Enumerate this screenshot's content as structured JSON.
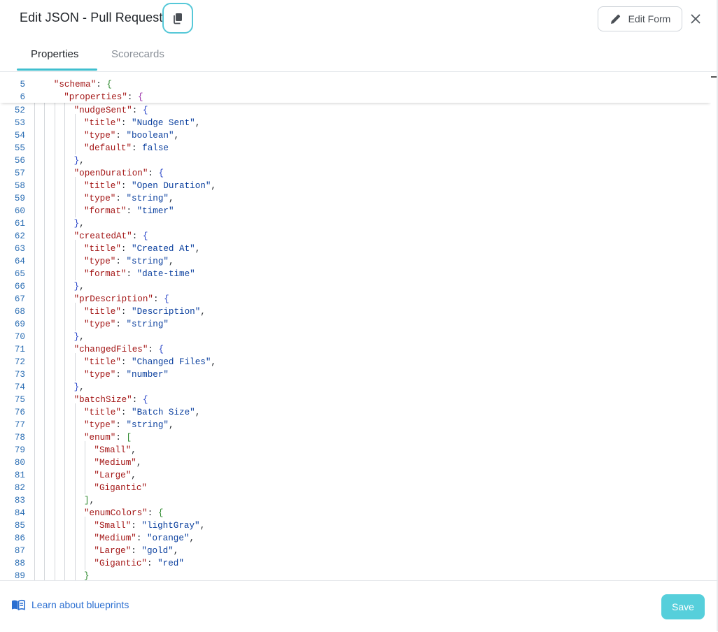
{
  "header": {
    "title": "Edit JSON - Pull Request",
    "copy_icon": "copy-icon",
    "edit_form_label": "Edit Form",
    "edit_icon": "pencil-icon",
    "close_icon": "close-icon"
  },
  "tabs": [
    {
      "label": "Properties",
      "active": true
    },
    {
      "label": "Scorecards",
      "active": false
    }
  ],
  "editor": {
    "sticky_lines": [
      {
        "n": "5",
        "indent": 2,
        "tokens": [
          [
            "k",
            "\"schema\""
          ],
          [
            "p",
            ": "
          ],
          [
            "br0",
            "{"
          ]
        ]
      },
      {
        "n": "6",
        "indent": 3,
        "tokens": [
          [
            "k",
            "\"properties\""
          ],
          [
            "p",
            ": "
          ],
          [
            "br2",
            "{"
          ]
        ]
      }
    ],
    "lines": [
      {
        "n": "52",
        "indent": 4,
        "tokens": [
          [
            "k",
            "\"nudgeSent\""
          ],
          [
            "p",
            ": "
          ],
          [
            "br1",
            "{"
          ]
        ]
      },
      {
        "n": "53",
        "indent": 5,
        "tokens": [
          [
            "k",
            "\"title\""
          ],
          [
            "p",
            ": "
          ],
          [
            "s",
            "\"Nudge Sent\""
          ],
          [
            "p",
            ","
          ]
        ]
      },
      {
        "n": "54",
        "indent": 5,
        "tokens": [
          [
            "k",
            "\"type\""
          ],
          [
            "p",
            ": "
          ],
          [
            "s",
            "\"boolean\""
          ],
          [
            "p",
            ","
          ]
        ]
      },
      {
        "n": "55",
        "indent": 5,
        "tokens": [
          [
            "k",
            "\"default\""
          ],
          [
            "p",
            ": "
          ],
          [
            "b",
            "false"
          ]
        ]
      },
      {
        "n": "56",
        "indent": 4,
        "tokens": [
          [
            "br1",
            "}"
          ],
          [
            "p",
            ","
          ]
        ]
      },
      {
        "n": "57",
        "indent": 4,
        "tokens": [
          [
            "k",
            "\"openDuration\""
          ],
          [
            "p",
            ": "
          ],
          [
            "br1",
            "{"
          ]
        ]
      },
      {
        "n": "58",
        "indent": 5,
        "tokens": [
          [
            "k",
            "\"title\""
          ],
          [
            "p",
            ": "
          ],
          [
            "s",
            "\"Open Duration\""
          ],
          [
            "p",
            ","
          ]
        ]
      },
      {
        "n": "59",
        "indent": 5,
        "tokens": [
          [
            "k",
            "\"type\""
          ],
          [
            "p",
            ": "
          ],
          [
            "s",
            "\"string\""
          ],
          [
            "p",
            ","
          ]
        ]
      },
      {
        "n": "60",
        "indent": 5,
        "tokens": [
          [
            "k",
            "\"format\""
          ],
          [
            "p",
            ": "
          ],
          [
            "s",
            "\"timer\""
          ]
        ]
      },
      {
        "n": "61",
        "indent": 4,
        "tokens": [
          [
            "br1",
            "}"
          ],
          [
            "p",
            ","
          ]
        ]
      },
      {
        "n": "62",
        "indent": 4,
        "tokens": [
          [
            "k",
            "\"createdAt\""
          ],
          [
            "p",
            ": "
          ],
          [
            "br1",
            "{"
          ]
        ]
      },
      {
        "n": "63",
        "indent": 5,
        "tokens": [
          [
            "k",
            "\"title\""
          ],
          [
            "p",
            ": "
          ],
          [
            "s",
            "\"Created At\""
          ],
          [
            "p",
            ","
          ]
        ]
      },
      {
        "n": "64",
        "indent": 5,
        "tokens": [
          [
            "k",
            "\"type\""
          ],
          [
            "p",
            ": "
          ],
          [
            "s",
            "\"string\""
          ],
          [
            "p",
            ","
          ]
        ]
      },
      {
        "n": "65",
        "indent": 5,
        "tokens": [
          [
            "k",
            "\"format\""
          ],
          [
            "p",
            ": "
          ],
          [
            "s",
            "\"date-time\""
          ]
        ]
      },
      {
        "n": "66",
        "indent": 4,
        "tokens": [
          [
            "br1",
            "}"
          ],
          [
            "p",
            ","
          ]
        ]
      },
      {
        "n": "67",
        "indent": 4,
        "tokens": [
          [
            "k",
            "\"prDescription\""
          ],
          [
            "p",
            ": "
          ],
          [
            "br1",
            "{"
          ]
        ]
      },
      {
        "n": "68",
        "indent": 5,
        "tokens": [
          [
            "k",
            "\"title\""
          ],
          [
            "p",
            ": "
          ],
          [
            "s",
            "\"Description\""
          ],
          [
            "p",
            ","
          ]
        ]
      },
      {
        "n": "69",
        "indent": 5,
        "tokens": [
          [
            "k",
            "\"type\""
          ],
          [
            "p",
            ": "
          ],
          [
            "s",
            "\"string\""
          ]
        ]
      },
      {
        "n": "70",
        "indent": 4,
        "tokens": [
          [
            "br1",
            "}"
          ],
          [
            "p",
            ","
          ]
        ]
      },
      {
        "n": "71",
        "indent": 4,
        "tokens": [
          [
            "k",
            "\"changedFiles\""
          ],
          [
            "p",
            ": "
          ],
          [
            "br1",
            "{"
          ]
        ]
      },
      {
        "n": "72",
        "indent": 5,
        "tokens": [
          [
            "k",
            "\"title\""
          ],
          [
            "p",
            ": "
          ],
          [
            "s",
            "\"Changed Files\""
          ],
          [
            "p",
            ","
          ]
        ]
      },
      {
        "n": "73",
        "indent": 5,
        "tokens": [
          [
            "k",
            "\"type\""
          ],
          [
            "p",
            ": "
          ],
          [
            "s",
            "\"number\""
          ]
        ]
      },
      {
        "n": "74",
        "indent": 4,
        "tokens": [
          [
            "br1",
            "}"
          ],
          [
            "p",
            ","
          ]
        ]
      },
      {
        "n": "75",
        "indent": 4,
        "tokens": [
          [
            "k",
            "\"batchSize\""
          ],
          [
            "p",
            ": "
          ],
          [
            "br1",
            "{"
          ]
        ]
      },
      {
        "n": "76",
        "indent": 5,
        "tokens": [
          [
            "k",
            "\"title\""
          ],
          [
            "p",
            ": "
          ],
          [
            "s",
            "\"Batch Size\""
          ],
          [
            "p",
            ","
          ]
        ]
      },
      {
        "n": "77",
        "indent": 5,
        "tokens": [
          [
            "k",
            "\"type\""
          ],
          [
            "p",
            ": "
          ],
          [
            "s",
            "\"string\""
          ],
          [
            "p",
            ","
          ]
        ]
      },
      {
        "n": "78",
        "indent": 5,
        "tokens": [
          [
            "k",
            "\"enum\""
          ],
          [
            "p",
            ": "
          ],
          [
            "br0",
            "["
          ]
        ]
      },
      {
        "n": "79",
        "indent": 6,
        "tokens": [
          [
            "k",
            "\"Small\""
          ],
          [
            "p",
            ","
          ]
        ]
      },
      {
        "n": "80",
        "indent": 6,
        "tokens": [
          [
            "k",
            "\"Medium\""
          ],
          [
            "p",
            ","
          ]
        ]
      },
      {
        "n": "81",
        "indent": 6,
        "tokens": [
          [
            "k",
            "\"Large\""
          ],
          [
            "p",
            ","
          ]
        ]
      },
      {
        "n": "82",
        "indent": 6,
        "tokens": [
          [
            "k",
            "\"Gigantic\""
          ]
        ]
      },
      {
        "n": "83",
        "indent": 5,
        "tokens": [
          [
            "br0",
            "]"
          ],
          [
            "p",
            ","
          ]
        ]
      },
      {
        "n": "84",
        "indent": 5,
        "tokens": [
          [
            "k",
            "\"enumColors\""
          ],
          [
            "p",
            ": "
          ],
          [
            "br0",
            "{"
          ]
        ]
      },
      {
        "n": "85",
        "indent": 6,
        "tokens": [
          [
            "k",
            "\"Small\""
          ],
          [
            "p",
            ": "
          ],
          [
            "s",
            "\"lightGray\""
          ],
          [
            "p",
            ","
          ]
        ]
      },
      {
        "n": "86",
        "indent": 6,
        "tokens": [
          [
            "k",
            "\"Medium\""
          ],
          [
            "p",
            ": "
          ],
          [
            "s",
            "\"orange\""
          ],
          [
            "p",
            ","
          ]
        ]
      },
      {
        "n": "87",
        "indent": 6,
        "tokens": [
          [
            "k",
            "\"Large\""
          ],
          [
            "p",
            ": "
          ],
          [
            "s",
            "\"gold\""
          ],
          [
            "p",
            ","
          ]
        ]
      },
      {
        "n": "88",
        "indent": 6,
        "tokens": [
          [
            "k",
            "\"Gigantic\""
          ],
          [
            "p",
            ": "
          ],
          [
            "s",
            "\"red\""
          ]
        ]
      },
      {
        "n": "89",
        "indent": 5,
        "tokens": [
          [
            "br0",
            "}"
          ]
        ]
      }
    ]
  },
  "footer": {
    "learn_label": "Learn about blueprints",
    "learn_icon": "book-icon",
    "save_label": "Save"
  },
  "colors": {
    "accent": "#56cfdb",
    "focus_ring": "#56c8d8",
    "link": "#2b6fd1",
    "json_key": "#a31515",
    "json_string": "#0a3f9e",
    "line_number": "#2a6db3"
  }
}
